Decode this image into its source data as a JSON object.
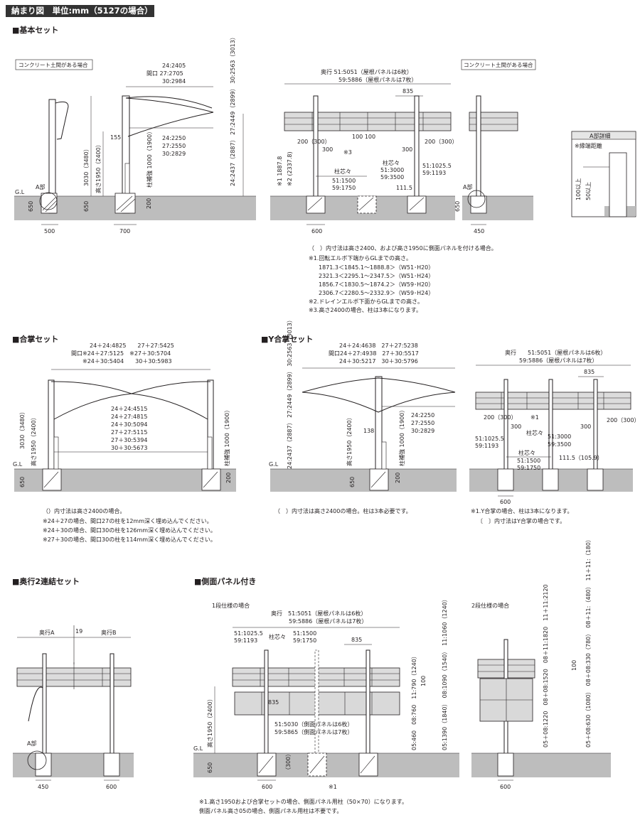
{
  "header": {
    "title": "納まり図　単位:mm（5127の場合）"
  },
  "sections": {
    "basic": "■基本セット",
    "gassho": "■合掌セット",
    "y_gassho": "■Y合掌セット",
    "depth2": "■奥行2連結セット",
    "side_panel": "■側面パネル付き"
  },
  "basic": {
    "concrete_left": "コンクリート土間がある場合",
    "concrete_right": "コンクリート土間がある場合",
    "width_1": "24:2405",
    "width_2": "間口 27:2705",
    "width_3": "30:2984",
    "inner_1": "24:2250",
    "inner_2": "27:2550",
    "inner_3": "30:2829",
    "h_3030": "3030（3480）",
    "h_1950": "高さ1950（2400）",
    "h_155": "155",
    "h_650": "650",
    "h_200": "200",
    "reinforce": "柱補強 1000（1900）",
    "side_h": "24:2437（2887） 27:2449（2899） 30:2563（3013）",
    "gl": "G.L",
    "a_part": "A部",
    "w_500": "500",
    "w_700": "700",
    "depth_1": "奥行 51:5051（屋根パネルは6枚）",
    "depth_2": "59:5886（屋根パネルは7枚）",
    "w_835": "835",
    "d_200a": "200（300）",
    "d_200b": "200（300）",
    "d_300a": "300",
    "d_300b": "300",
    "d_100": "100 100",
    "note3": "※3",
    "pitch_label": "柱芯々",
    "pitch_1": "51:1500",
    "pitch_2": "59:1750",
    "pitch_r_label": "柱芯々",
    "pitch_r1": "51:3000",
    "pitch_r2": "59:3500",
    "side_r1": "51:1025.5",
    "side_r2": "59:1193",
    "v_1": "※1 1887.8",
    "v_2": "※2 (2337.8)",
    "w_111": "111.5",
    "w_600": "600",
    "w_450": "450",
    "detail_title": "A部詳細",
    "detail_eave": "※縁端距離",
    "detail_100": "100以上",
    "detail_50": "50以上",
    "notes": [
      "（　）内寸法は高さ2400、および高さ1950に側面パネルを付ける場合。",
      "※1.回転エルボ下端からGLまでの高さ。",
      "1871.3＜1845.1～1888.8＞（W51･H20）",
      "2321.3＜2295.1～2347.5＞（W51･H24）",
      "1856.7＜1830.5～1874.2＞（W59･H20）",
      "2306.7＜2280.5～2332.9＞（W59･H24）",
      "※2.ドレインエルボ下面からGLまでの高さ。",
      "※3.高さ2400の場合、柱は3本になります。"
    ]
  },
  "gassho": {
    "top_1": "24＋24:4825　　27＋27:5425",
    "top_2": "間口※24＋27:5125　※27＋30:5704",
    "top_3": "※24＋30:5404　　30＋30:5983",
    "inner": [
      "24＋24:4515",
      "24＋27:4815",
      "24＋30:5094",
      "27＋27:5115",
      "27＋30:5394",
      "30＋30:5673"
    ],
    "h_3030": "3030（3480）",
    "h_1950": "高さ1950（2400）",
    "reinforce": "柱補強 1000（1900）",
    "h_650": "650",
    "h_200": "200",
    "gl": "G.L",
    "notes": [
      "（）内寸法は高さ2400の場合。",
      "※24＋27の場合、間口27の柱を12mm深く埋め込んでください。",
      "※24＋30の場合、間口30の柱を126mm深く埋め込んでください。",
      "※27＋30の場合、間口30の柱を114mm深く埋め込んでください。"
    ]
  },
  "y_gassho": {
    "top_1": "24＋24:4638　27＋27:5238",
    "top_2": "間口24＋27:4938　27＋30:5517",
    "top_3": "24＋30:5217　30＋30:5796",
    "inner_1": "24:2250",
    "inner_2": "27:2550",
    "inner_3": "30:2829",
    "side_h": "24:2437（2887） 27:2449（2899） 30:2563（3013）",
    "h_1950": "高さ1950（2400）",
    "h_138": "138",
    "reinforce": "柱補強 1000（1900）",
    "h_650": "650",
    "h_200": "200",
    "gl": "G.L",
    "note": "（　）内寸法は高さ2400の場合。柱は3本必要です。"
  },
  "y_side": {
    "depth_1": "奥行　　51:5051（屋根パネルは6枚）",
    "depth_2": "59:5886（屋根パネルは7枚）",
    "w_835": "835",
    "d_200a": "200（300）",
    "d_200b": "200（300）",
    "d_300a": "300",
    "d_300b": "300",
    "note1": "※1",
    "pitch_label": "柱芯々",
    "pitch_r1": "51:3000",
    "pitch_r2": "59:3500",
    "side_1": "51:1025.5",
    "side_2": "59:1193",
    "pitch2_label": "柱芯々",
    "pitch2_1": "51:1500",
    "pitch2_2": "59:1750",
    "w_111": "111.5（105.9）",
    "w_600": "600",
    "notes": [
      "※1.Y合掌の場合、柱は3本になります。",
      "〔　〕内寸法はY合掌の場合です。"
    ]
  },
  "depth2": {
    "depth_a": "奥行A",
    "depth_b": "奥行B",
    "w_19": "19",
    "a_part": "A部",
    "w_450": "450",
    "w_600": "600"
  },
  "side_panel": {
    "one_tier": "1段仕様の場合",
    "two_tier": "2段仕様の場合",
    "depth_1": "奥行　51:5051（屋根パネルは6枚）",
    "depth_2": "59:5886（屋根パネルは7枚）",
    "side_1": "51:1025.5",
    "side_2": "59:1193",
    "pitch_label": "柱芯々",
    "pitch_1": "51:1500",
    "pitch_2": "59:1750",
    "w_835": "835",
    "w_835b": "835",
    "panel_1": "51:5030（側面パネルは6枚）",
    "panel_2": "59:5865（側面パネルは7枚）",
    "h_1950": "高さ1950（2400）",
    "h_100": "100",
    "h_650": "650",
    "h_300": "（300）",
    "note1": "※1",
    "w_600": "600",
    "w_600b": "600",
    "dims_a": "05:460　08:760　11:790（1240）",
    "dims_b": "05:1390（1840）　08:1090（1540）　11:1060（1240）",
    "dims_c": "05＋08:1220　08＋08:1520　08＋11:1820　11＋11:2120",
    "dims_d": "05＋08:630（1080）　08＋08:330（780）　08＋11:（480）　11＋11:（180）",
    "h_100b": "100",
    "notes": [
      "※1.高さ1950および合掌セットの場合、側面パネル用柱（50×70）になります。",
      "側面パネル高さ05の場合、側面パネル用柱は不要です。"
    ]
  }
}
